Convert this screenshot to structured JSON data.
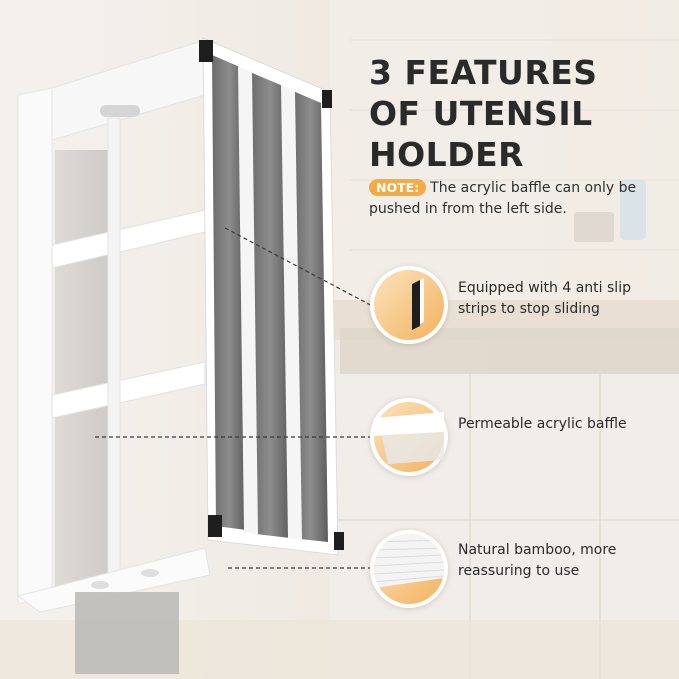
{
  "headline": {
    "line1": "3 FEATURES",
    "line2": "OF UTENSIL",
    "line3": "HOLDER"
  },
  "note": {
    "badge": "NOTE:",
    "text": "The acrylic baffle can only be pushed in from the left side."
  },
  "features": [
    {
      "icon": "anti-slip-strip-icon",
      "text": "Equipped with 4 anti slip strips to stop sliding"
    },
    {
      "icon": "acrylic-baffle-icon",
      "text": "Permeable acrylic baffle"
    },
    {
      "icon": "bamboo-grain-icon",
      "text": "Natural bamboo, more reassuring to use"
    }
  ],
  "colors": {
    "accent": "#f2ac43",
    "headline": "#2a2a2a",
    "bubble_fill": "#f6c98a"
  }
}
